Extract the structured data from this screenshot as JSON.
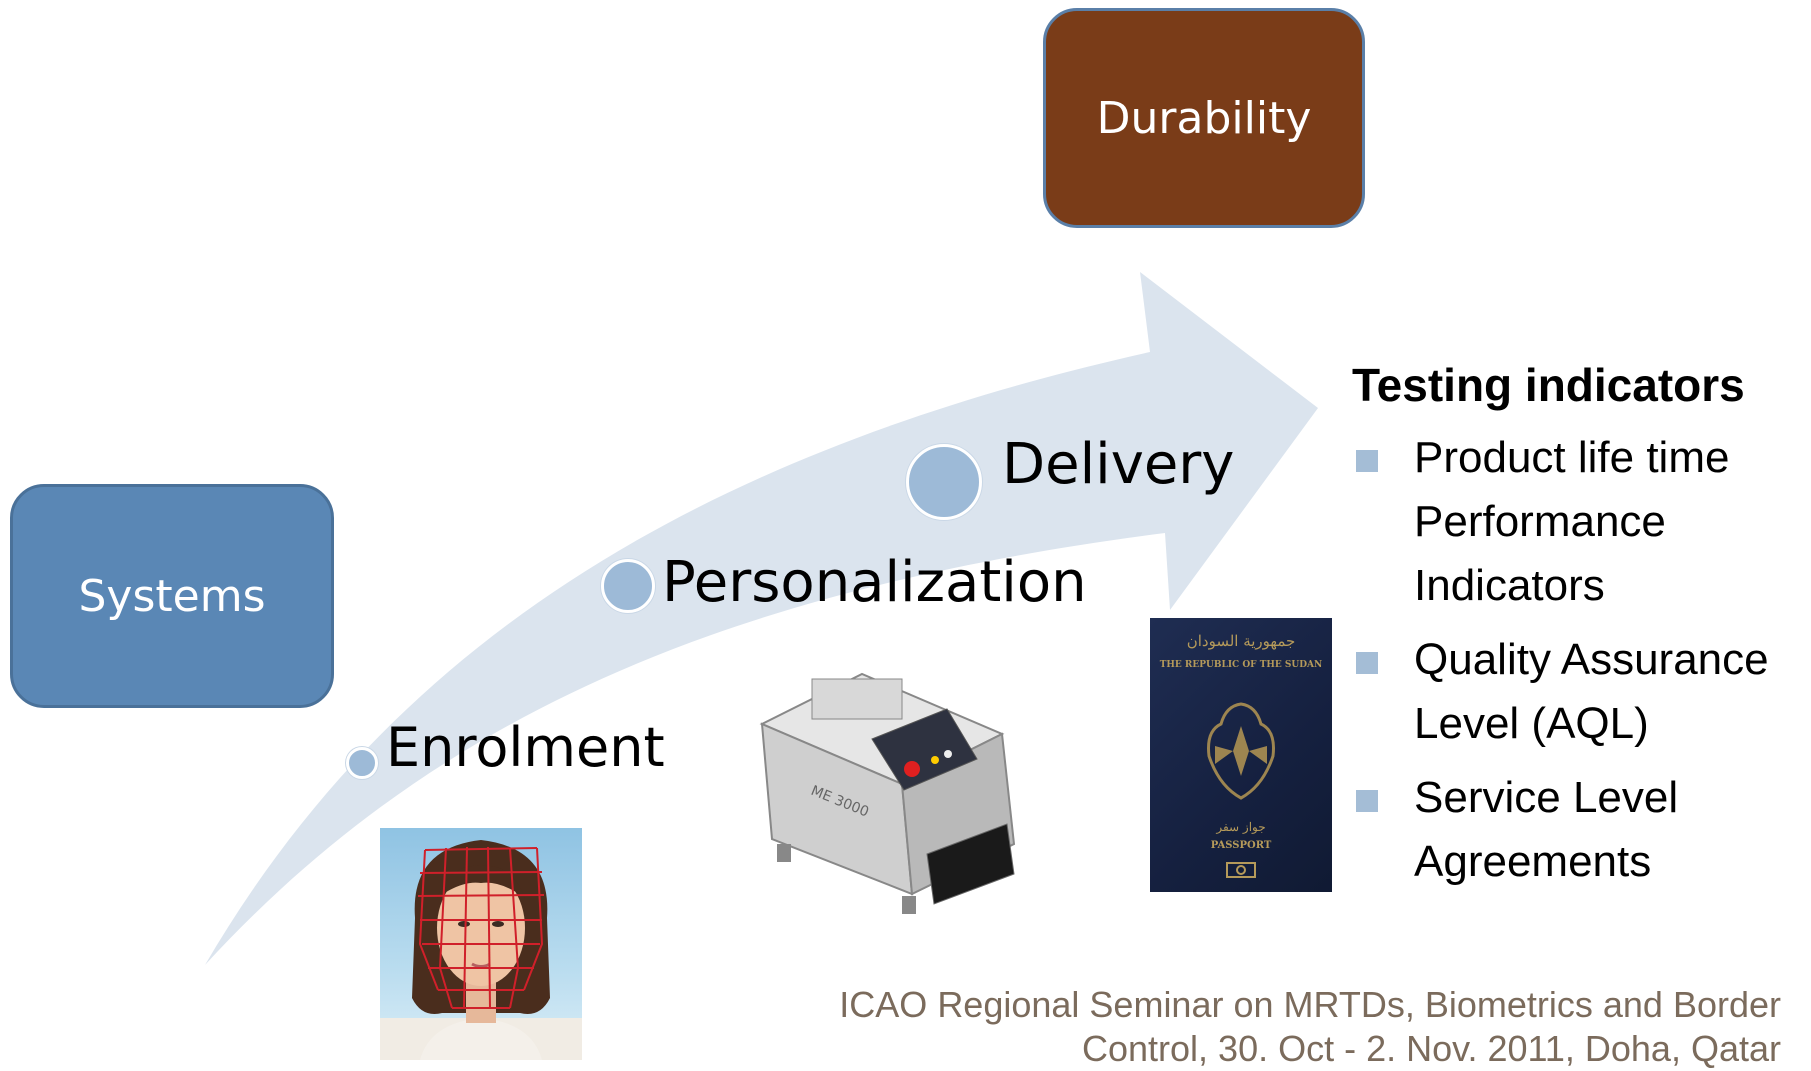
{
  "boxes": {
    "durability": {
      "label": "Durability",
      "color": "#7a3c18"
    },
    "systems": {
      "label": "Systems",
      "color": "#5a87b5"
    }
  },
  "stages": {
    "enrolment": "Enrolment",
    "personalization": "Personalization",
    "delivery": "Delivery"
  },
  "testing": {
    "heading": "Testing indicators",
    "items": [
      "Product life time Performance Indicators",
      "Quality Assurance Level (AQL)",
      "Service Level Agreements"
    ]
  },
  "passport": {
    "arabic_title": "جمهورية السودان",
    "english_title": "THE REPUBLIC OF THE SUDAN",
    "arabic_label": "جواز سفر",
    "english_label": "PASSPORT"
  },
  "machine_label": "ME 3000",
  "footer": {
    "line1": "ICAO Regional Seminar on MRTDs,  Biometrics and Border",
    "line2": "Control, 30. Oct - 2. Nov. 2011, Doha, Qatar"
  },
  "colors": {
    "arrow": "#dbe4ee",
    "bullet": "#a4bdd6",
    "footer_text": "#7b6b5c"
  }
}
